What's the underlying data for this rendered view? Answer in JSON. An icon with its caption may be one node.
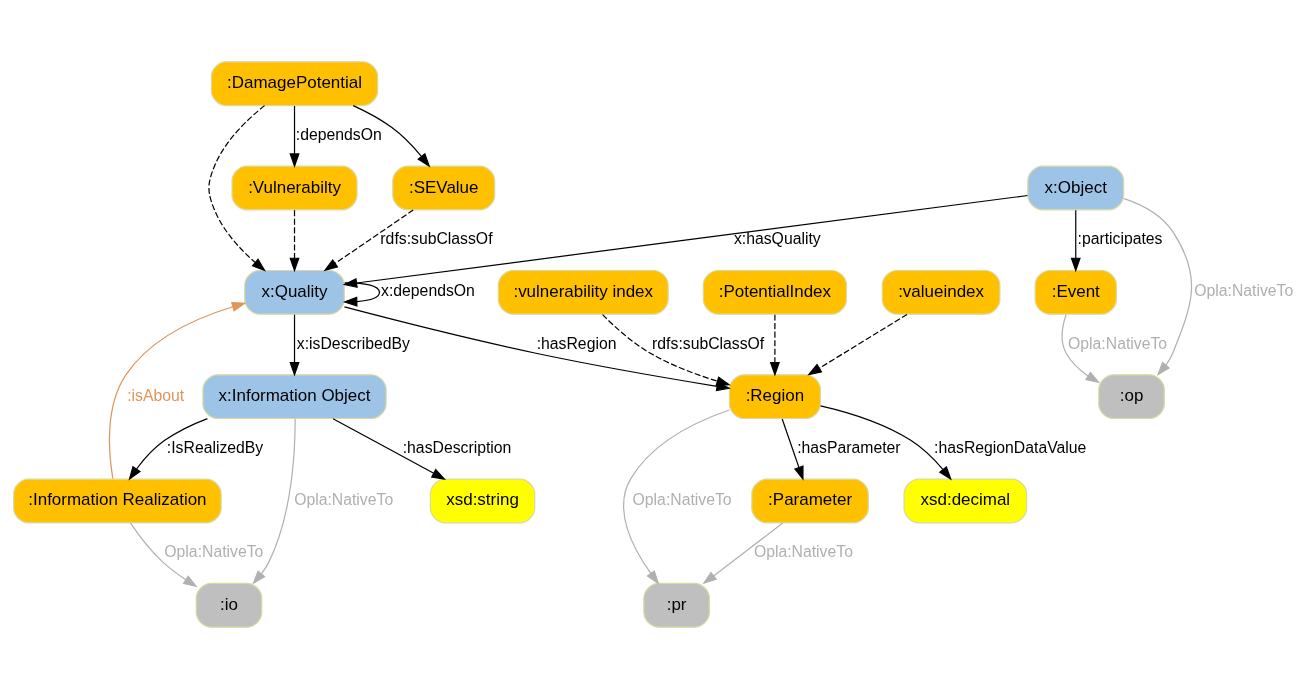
{
  "diagram": {
    "nodes": [
      {
        "text": [
          ":DamagePotential"
        ]
      },
      {
        "text": [
          ":Vulnerabilty"
        ]
      },
      {
        "text": [
          ":SEValue"
        ]
      },
      {
        "text": [
          ":op"
        ]
      },
      {
        "text": [
          ":vulnerability index"
        ]
      },
      {
        "text": [
          ":Event"
        ]
      },
      {
        "text": [
          "x:Object"
        ]
      },
      {
        "text": [
          "x:Quality"
        ]
      },
      {
        "text": [
          ":PotentialIndex"
        ]
      },
      {
        "text": [
          ":valueindex"
        ]
      },
      {
        "text": [
          ":Information Realization"
        ]
      },
      {
        "text": [
          "x:Information Object"
        ]
      },
      {
        "text": [
          ":Region"
        ]
      },
      {
        "text": [
          ":Parameter"
        ]
      },
      {
        "text": [
          ":io"
        ]
      },
      {
        "text": [
          ":pr"
        ]
      },
      {
        "text": [
          "xsd:string"
        ]
      },
      {
        "text": [
          "xsd:decimal"
        ]
      }
    ],
    "edges": [
      {
        "from": 0,
        "to": 1,
        "arrow": "to",
        "label": ":dependsOn"
      },
      {
        "from": 0,
        "to": 2,
        "arrow": "to"
      },
      {
        "from": 0,
        "to": 7,
        "arrow": "to",
        "style": "dashed"
      },
      {
        "from": 1,
        "to": 7,
        "arrow": "to",
        "style": "dashed"
      },
      {
        "from": 2,
        "to": 7,
        "arrow": "to",
        "style": "dashed",
        "label": "rdfs:subClassOf"
      },
      {
        "from": 5,
        "to": 3,
        "arrow": "to",
        "label": "Opla:NativeTo",
        "color": "#b0b0b0"
      },
      {
        "from": 6,
        "to": 3,
        "arrow": "to",
        "label": "Opla:NativeTo",
        "color": "#b0b0b0"
      },
      {
        "from": 6,
        "to": 5,
        "arrow": "to",
        "label": ":participates"
      },
      {
        "from": 6,
        "to": 7,
        "arrow": "to",
        "label": "x:hasQuality"
      },
      {
        "from": 7,
        "to": 7,
        "arrow": "to",
        "label": "x:dependsOn"
      },
      {
        "from": 10,
        "to": 7,
        "arrow": "to",
        "label": ":isAbout",
        "color": "#e0955a"
      },
      {
        "from": 7,
        "to": 11,
        "arrow": "to",
        "label": "x:isDescribedBy"
      },
      {
        "from": 7,
        "to": 12,
        "arrow": "to",
        "label": ":hasRegion"
      },
      {
        "from": 4,
        "to": 12,
        "arrow": "to",
        "style": "dashed",
        "label": "rdfs:subClassOf"
      },
      {
        "from": 8,
        "to": 12,
        "arrow": "to",
        "style": "dashed"
      },
      {
        "from": 9,
        "to": 12,
        "arrow": "to",
        "style": "dashed"
      },
      {
        "from": 11,
        "to": 10,
        "arrow": "to",
        "label": ":IsRealizedBy"
      },
      {
        "from": 12,
        "to": 13,
        "arrow": "to",
        "label": ":hasParameter"
      },
      {
        "from": 10,
        "to": 14,
        "arrow": "to",
        "label": "Opla:NativeTo",
        "color": "#b0b0b0"
      },
      {
        "from": 11,
        "to": 14,
        "arrow": "to",
        "label": "Opla:NativeTo",
        "color": "#b0b0b0"
      },
      {
        "from": 11,
        "to": 16,
        "arrow": "to",
        "label": ":hasDescription"
      },
      {
        "from": 12,
        "to": 17,
        "arrow": "to",
        "label": ":hasRegionDataValue"
      },
      {
        "from": 12,
        "to": 15,
        "arrow": "to",
        "label": "Opla:NativeTo",
        "color": "#b0b0b0"
      },
      {
        "from": 13,
        "to": 15,
        "arrow": "to",
        "label": "Opla:NativeTo",
        "color": "#b0b0b0"
      }
    ]
  }
}
